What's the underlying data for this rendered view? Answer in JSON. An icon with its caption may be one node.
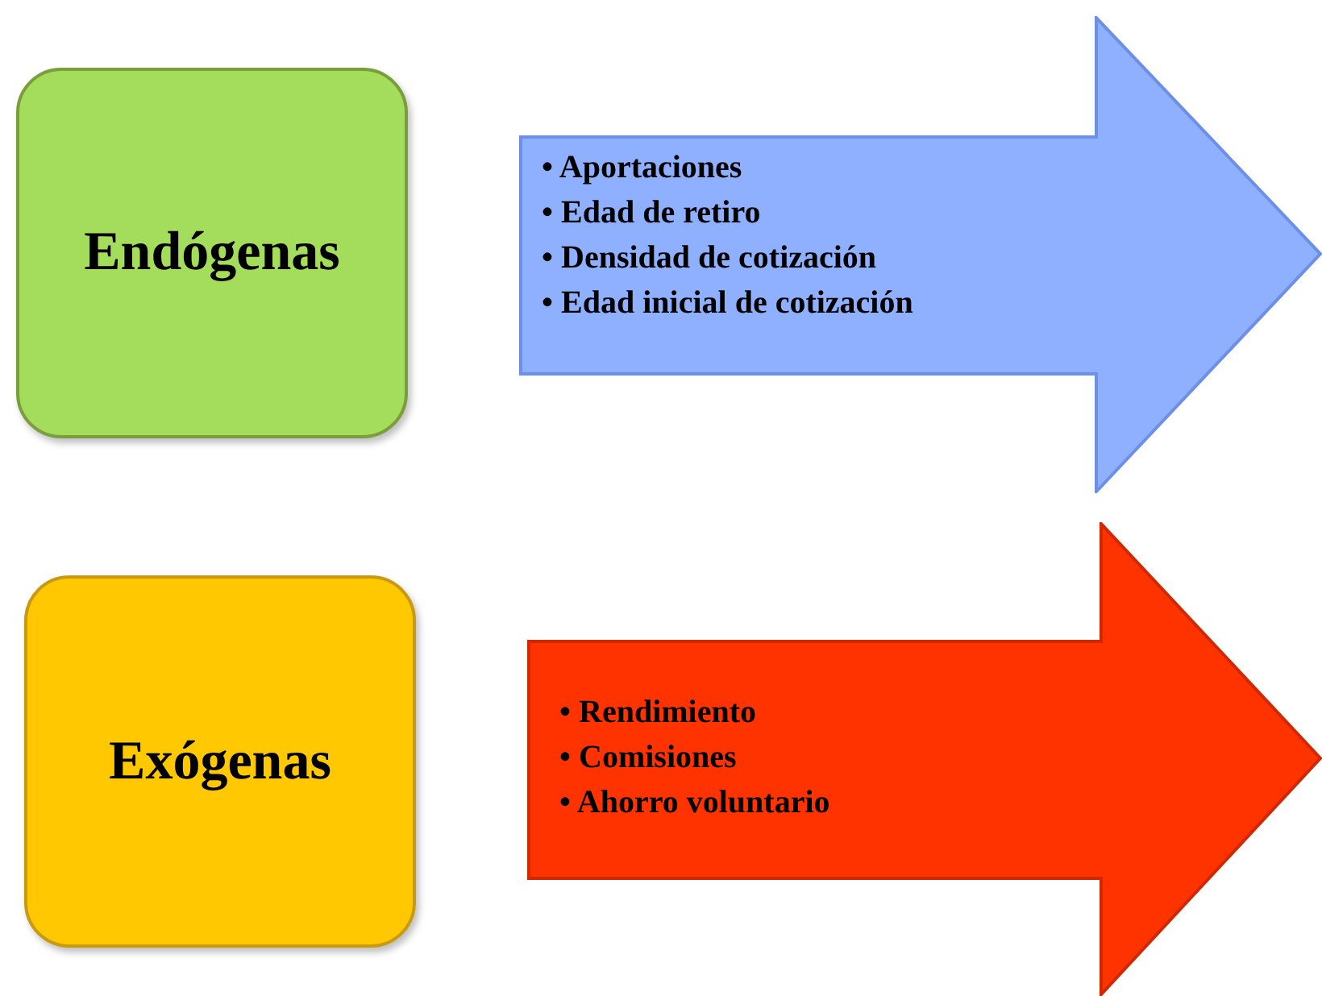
{
  "diagram": {
    "nodes": [
      {
        "text": [
          "Endógenas"
        ]
      },
      {
        "text": [
          "• Aportaciones",
          "• Edad de retiro",
          "• Densidad de cotización",
          "• Edad inicial de cotización"
        ]
      },
      {
        "text": [
          "Exógenas"
        ]
      },
      {
        "text": [
          "• Rendimiento",
          "• Comisiones",
          "• Ahorro voluntario"
        ]
      }
    ],
    "edges": []
  }
}
